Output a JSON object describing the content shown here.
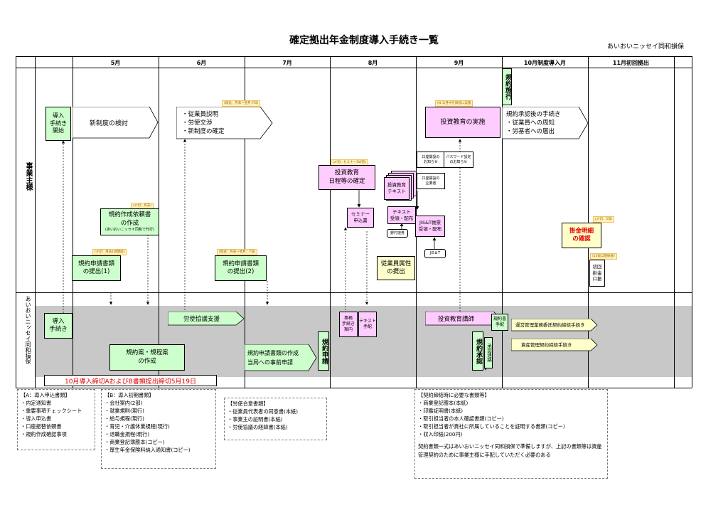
{
  "title": "確定拠出年金制度導入手続き一覧",
  "company": "あいおいニッセイ同和損保",
  "months": [
    "5月",
    "6月",
    "7月",
    "8月",
    "9月",
    "10月制度導入月",
    "11月初回拠出"
  ],
  "rows": {
    "employer": "事業主様",
    "aioi": "あいおいニッセイ同和損保"
  },
  "employer": {
    "start": "導入\n手続き\n開始",
    "new_system": "新制度の検討",
    "june_items": [
      "・従業員説明",
      "・労使交渉",
      "・新制度の確定"
    ],
    "june_tag": "(目途：月末～翌月:7日)",
    "kiyaku_sekou": "規約施行",
    "edu_tag": "(N-1)月中を目途に実施",
    "invest_edu": "投資教育の実施",
    "after_approval": [
      "規約承認後の手続き",
      "・従業員への周知",
      "・労基者への届出"
    ],
    "request_doc_tag": "(〆切：月末)",
    "request_doc": "規約作成依頼書\nの作成",
    "request_doc_sub": "(あいおいニッセイ同和で代行)",
    "app1_tag": "(〆切：月末1週間前)",
    "app1": "規約申請書類\nの提出(1)",
    "app2_tag": "(目途：月末～翌月：7日)",
    "app2": "規約申請書類\nの提出(2)",
    "schedule_tag": "(〆切：セミナー2W前)",
    "schedule": "投資教育\n日程等の確定",
    "seminar_form": "セミナー\n申込書",
    "edu_text": "投資教育\nテキスト",
    "text_distribution": "テキスト\n受領・配布",
    "nomura": "野村證券",
    "account_notice": "口座開設の\nお知らせ",
    "password_notice": "パスワード設定\nのお知らせ",
    "account_company": "口座開設の\n企業者",
    "jis_distribution": "JIS&T帳票\n受領・配布",
    "jis": "JIS＆T",
    "attributes": "従業員属性\nの提出",
    "premium_tag": "(〆切：5日)",
    "premium": "掛金明細\nの確認",
    "first_tag": "(10日口座振替)",
    "first_payment": "初回\n掛金\n口振"
  },
  "aioi": {
    "start": "導入\n手続き",
    "labor_support": "労使協議支援",
    "draft": "規約案・規程案\nの作成",
    "office_proc": "事務\n手続き\n案内",
    "text_arrange": "テキスト\n手配",
    "instructor": "投資教育講師",
    "kiyaku_docs": "規約書\n手配",
    "ops_contract": "運営管理業務委託契約締結手続き",
    "asset_contract": "資産管理契約締結手続き",
    "app_doc": "規約申請書類の作成\n当局への事前申請",
    "kiyaku_app": "規約申請",
    "kiyaku_approve": "規約承認",
    "approval_contact": "承認連絡",
    "deadline_banner": "10月導入締切AおよびB書類提出締切5月19日"
  },
  "legend_a": {
    "head": "【A：導入申込書類】",
    "items": [
      "・内定通知書",
      "・重要事項チェックシート",
      "・導入申込書",
      "・口座振替依頼書",
      "・規約作成確認事項"
    ]
  },
  "legend_b": {
    "head": "【B：導入初期書類】",
    "items": [
      "・会社案内(2部)",
      "・就業規則(現行)",
      "・給与規程(現行)",
      "・育児・介護休業規程(現行)",
      "・退職金規程(現行)",
      "・商業登記簿謄本(コピー)",
      "・厚生年金保険料納入通知書(コピー)"
    ]
  },
  "legend_c": {
    "head": "【労使合意書類】",
    "items": [
      "・従業員代表者の同意書(本紙)",
      "・事業主の証明書(本紙)",
      "・労使協議の経緯書(本紙)"
    ]
  },
  "legend_d": {
    "head": "【契約締結時に必要な書類等】",
    "items": [
      "・商業登記謄本(本紙)",
      "・印鑑証明書(本紙)",
      "・取引担当者の本人確認書類(コピー)",
      "・取引担当者が貴社に所属していることを証明する書類(コピー)",
      "・収入印紙(200円)"
    ],
    "note": "契約書類一式はあいおいニッセイ同和損保で準備しますが、上記の書類等は資産管理契約のために事業主様に手配していただく必要のある"
  },
  "colors": {
    "green": "#ccffcc",
    "pink": "#ffccff",
    "yellow": "#ffffcc",
    "gray": "#c8c8c8",
    "red": "#e00000"
  }
}
